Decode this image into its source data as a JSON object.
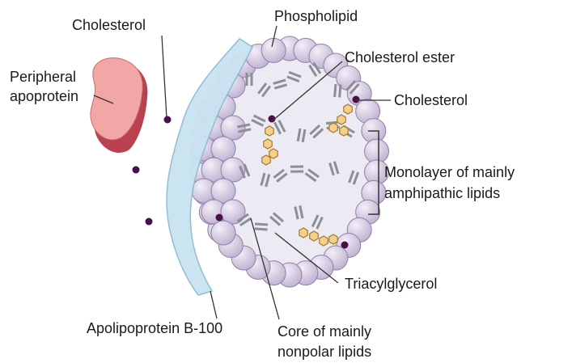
{
  "labels": {
    "cholesterol_top": "Cholesterol",
    "phospholipid": "Phospholipid",
    "cholesterol_ester": "Cholesterol ester",
    "cholesterol_right": "Cholesterol",
    "peripheral_1": "Peripheral",
    "peripheral_2": "apoprotein",
    "monolayer_1": "Monolayer of mainly",
    "monolayer_2": "amphipathic lipids",
    "triacylglycerol": "Triacylglycerol",
    "apolipoprotein": "Apolipoprotein B-100",
    "core_1": "Core of mainly",
    "core_2": "nonpolar lipids"
  },
  "colors": {
    "bead": "#d7cde3",
    "bead_stroke": "#8f82a6",
    "core": "#eceaf2",
    "apo_b": "#c9e3f1",
    "peripheral_light": "#f2a6a6",
    "peripheral_dark": "#b8424d",
    "cholesterol_dot": "#4a0f4a",
    "ring": "#f6d089",
    "tail": "#8a8f98",
    "line": "#333333"
  }
}
